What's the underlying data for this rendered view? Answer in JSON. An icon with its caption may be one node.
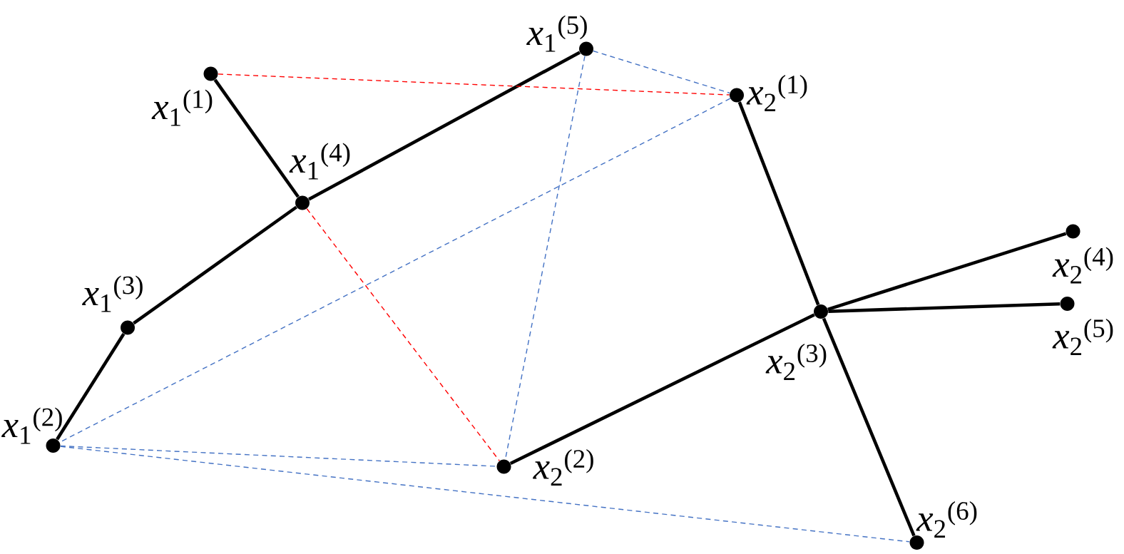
{
  "diagram": {
    "nodes": [
      {
        "text": [],
        "shape": "circle",
        "beside": [
          "*x*$_{1}$$^{(1)}$"
        ]
      },
      {
        "text": [],
        "shape": "circle",
        "beside": [
          "*x*$_{1}$$^{(4)}$"
        ]
      },
      {
        "text": [],
        "shape": "circle",
        "beside": [
          "*x*$_{1}$$^{(5)}$"
        ]
      },
      {
        "text": [],
        "shape": "circle",
        "beside": [
          "*x*$_{2}$$^{(1)}$"
        ]
      },
      {
        "text": [],
        "shape": "circle",
        "beside": [
          "*x*$_{1}$$^{(3)}$"
        ]
      },
      {
        "text": [],
        "shape": "circle",
        "beside": [
          "*x*$_{1}$$^{(2)}$"
        ]
      },
      {
        "text": [],
        "shape": "circle",
        "beside": [
          "*x*$_{2}$$^{(2)}$"
        ]
      },
      {
        "text": [],
        "shape": "circle",
        "beside": [
          "*x*$_{2}$$^{(3)}$"
        ]
      },
      {
        "text": [],
        "shape": "circle",
        "beside": [
          "*x*$_{2}$$^{(4)}$"
        ]
      },
      {
        "text": [],
        "shape": "circle",
        "beside": [
          "*x*$_{2}$$^{(5)}$"
        ]
      },
      {
        "text": [],
        "shape": "circle",
        "beside": [
          "*x*$_{2}$$^{(6)}$"
        ]
      }
    ],
    "edges": [
      {
        "from": 0,
        "to": 1,
        "arrow": "none"
      },
      {
        "from": 1,
        "to": 2,
        "arrow": "none"
      },
      {
        "from": 1,
        "to": 4,
        "arrow": "none"
      },
      {
        "from": 4,
        "to": 5,
        "arrow": "none"
      },
      {
        "from": 3,
        "to": 7,
        "arrow": "none"
      },
      {
        "from": 7,
        "to": 8,
        "arrow": "none"
      },
      {
        "from": 7,
        "to": 9,
        "arrow": "none"
      },
      {
        "from": 7,
        "to": 10,
        "arrow": "none"
      },
      {
        "from": 7,
        "to": 6,
        "arrow": "none"
      },
      {
        "from": 0,
        "to": 3,
        "arrow": "none",
        "style": "dashed",
        "color": "#ff0000"
      },
      {
        "from": 1,
        "to": 6,
        "arrow": "none",
        "style": "dashed",
        "color": "#ff0000"
      },
      {
        "from": 2,
        "to": 3,
        "arrow": "none",
        "style": "dashed",
        "color": "#4472c4"
      },
      {
        "from": 2,
        "to": 6,
        "arrow": "none",
        "style": "dashed",
        "color": "#4472c4"
      },
      {
        "from": 3,
        "to": 5,
        "arrow": "none",
        "style": "dashed",
        "color": "#4472c4"
      },
      {
        "from": 5,
        "to": 6,
        "arrow": "none",
        "style": "dashed",
        "color": "#4472c4"
      },
      {
        "from": 5,
        "to": 10,
        "arrow": "none",
        "style": "dashed",
        "color": "#4472c4"
      }
    ]
  }
}
